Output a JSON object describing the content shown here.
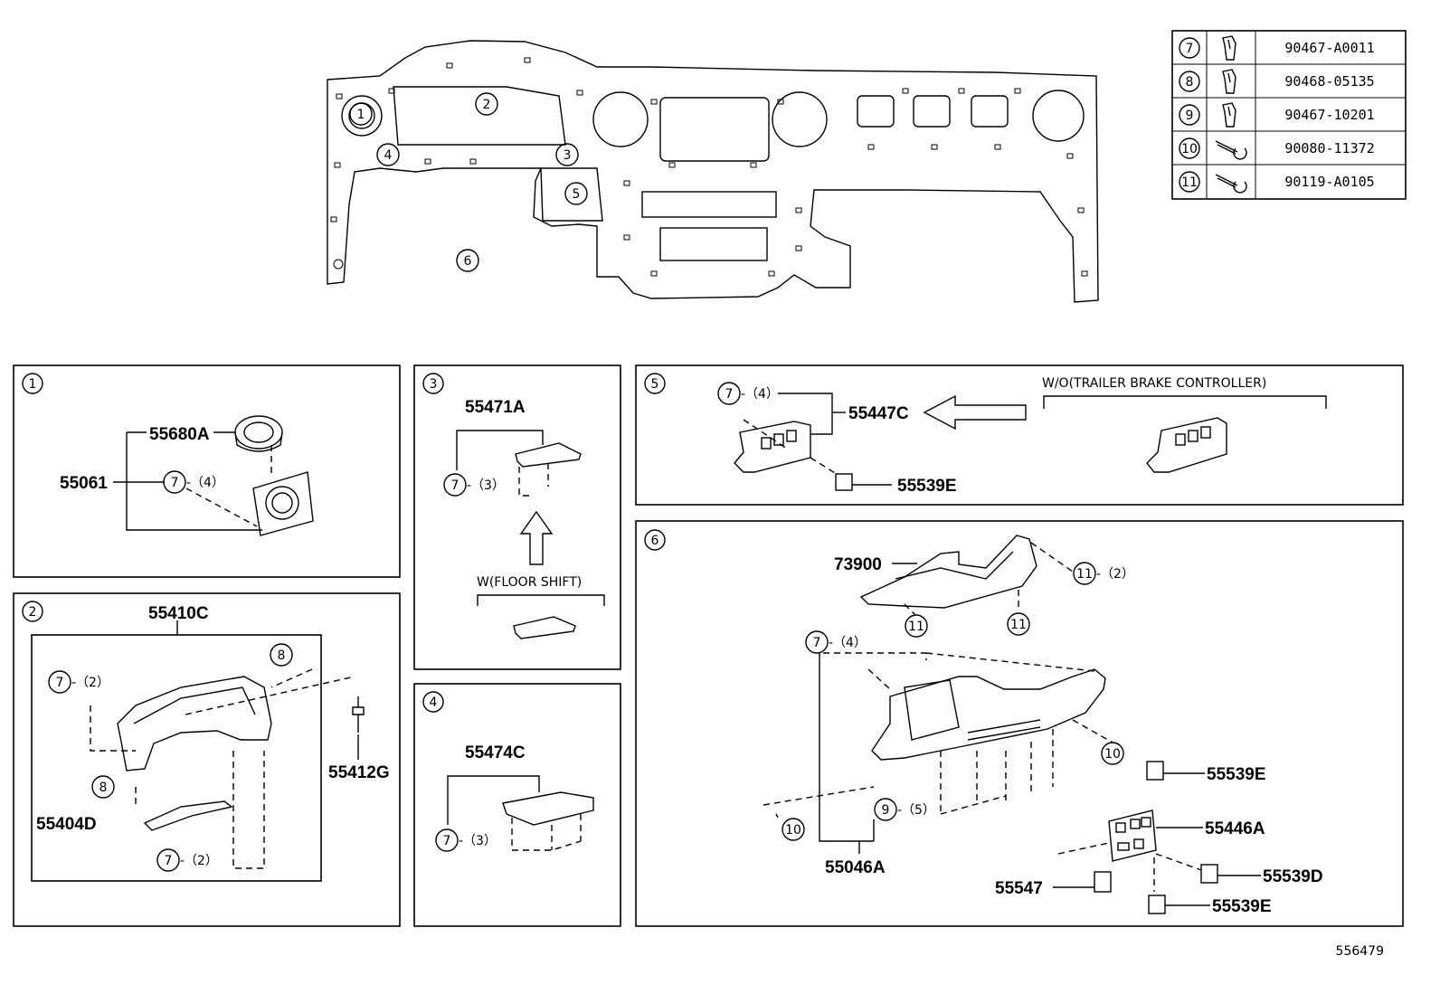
{
  "fastener_table": [
    {
      "ref": "7",
      "part": "90467-A0011"
    },
    {
      "ref": "8",
      "part": "90468-05135"
    },
    {
      "ref": "9",
      "part": "90467-10201"
    },
    {
      "ref": "10",
      "part": "90080-11372"
    },
    {
      "ref": "11",
      "part": "90119-A0105"
    }
  ],
  "overview_callouts": [
    "1",
    "2",
    "3",
    "4",
    "5",
    "6"
  ],
  "panel1": {
    "num": "1",
    "p_55680A": "55680A",
    "p_55061": "55061",
    "fastener": "7",
    "qty": "-（4）"
  },
  "panel2": {
    "num": "2",
    "p_55410C": "55410C",
    "p_55412G": "55412G",
    "p_55404D": "55404D",
    "f8a": "8",
    "f8b": "8",
    "f7a": "7",
    "qty7a": "-（2）",
    "f7b": "7",
    "qty7b": "-（2）"
  },
  "panel3": {
    "num": "3",
    "p_55471A": "55471A",
    "fastener": "7",
    "qty": "-（3）",
    "note": "W(FLOOR SHIFT)"
  },
  "panel4": {
    "num": "4",
    "p_55474C": "55474C",
    "fastener": "7",
    "qty": "-（3）"
  },
  "panel5": {
    "num": "5",
    "fastener": "7",
    "qty": "-（4）",
    "p_55447C": "55447C",
    "p_55539E": "55539E",
    "note": "W/O(TRAILER BRAKE CONTROLLER)"
  },
  "panel6": {
    "num": "6",
    "p_73900": "73900",
    "f11a": "11",
    "qty11": "-（2）",
    "f11b": "11",
    "f11c": "11",
    "f7": "7",
    "qty7": "-（4）",
    "f10a": "10",
    "f10b": "10",
    "f9": "9",
    "qty9": "-（5）",
    "p_55046A": "55046A",
    "p_55539E_a": "55539E",
    "p_55446A": "55446A",
    "p_55539D": "55539D",
    "p_55547": "55547",
    "p_55539E_b": "55539E"
  },
  "illustration_id": "556479"
}
